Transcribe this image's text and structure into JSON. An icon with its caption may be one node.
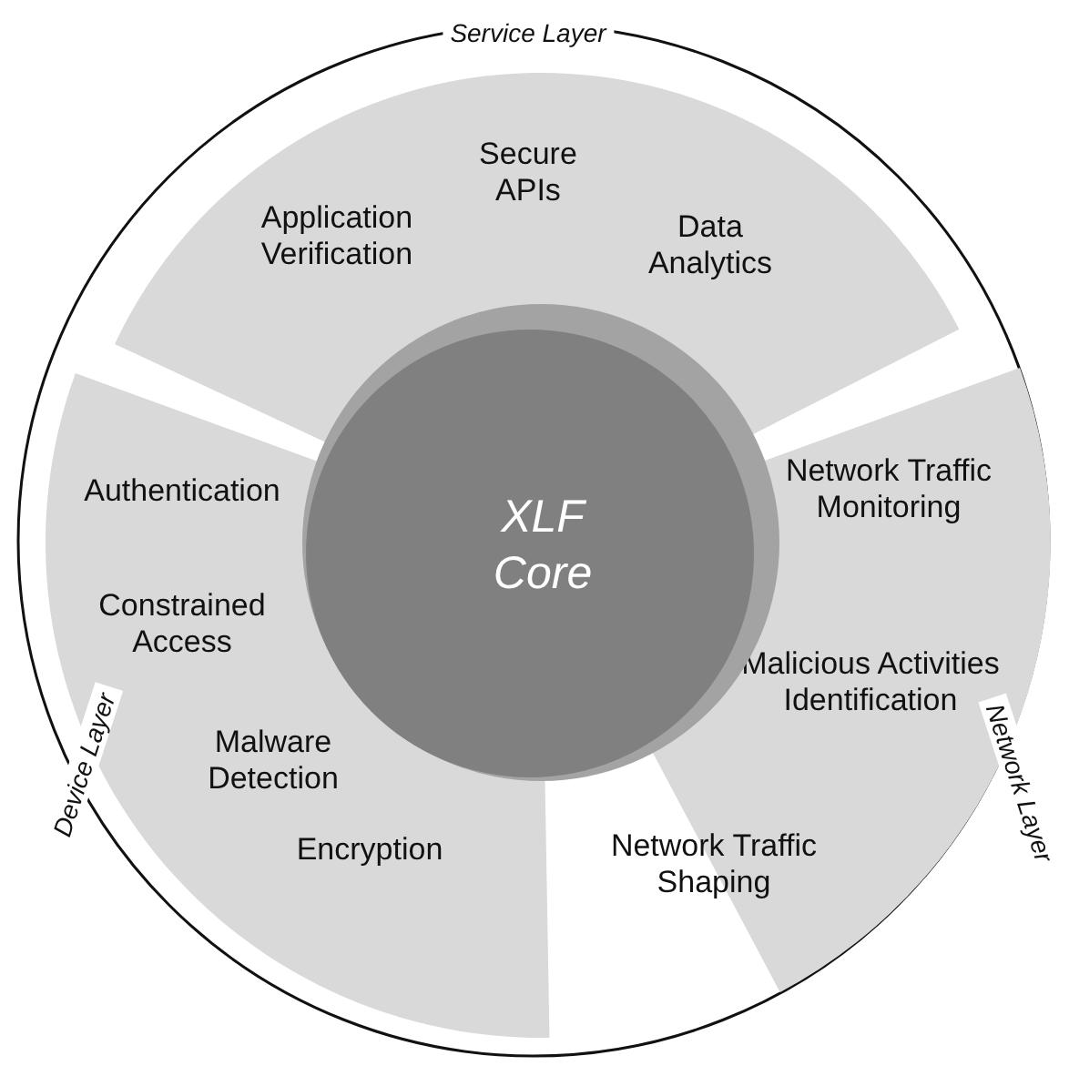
{
  "diagram": {
    "nodes": [
      {
        "text": [],
        "shape": "circle"
      },
      {
        "text": [
          "Service Layer",
          "Application Verification",
          "Secure APIs",
          "Data Analytics"
        ],
        "in": 0
      },
      {
        "text": [
          "Network Layer",
          "Network Traffic Monitoring",
          "Malicious Activities Identification",
          "Network Traffic Shaping"
        ],
        "in": 0
      },
      {
        "text": [
          "Device Layer",
          "Authentication",
          "Constrained Access",
          "Malware Detection",
          "Encryption"
        ],
        "in": 0
      },
      {
        "text": [
          "XLF Core"
        ],
        "in": 0
      }
    ],
    "edges": []
  }
}
